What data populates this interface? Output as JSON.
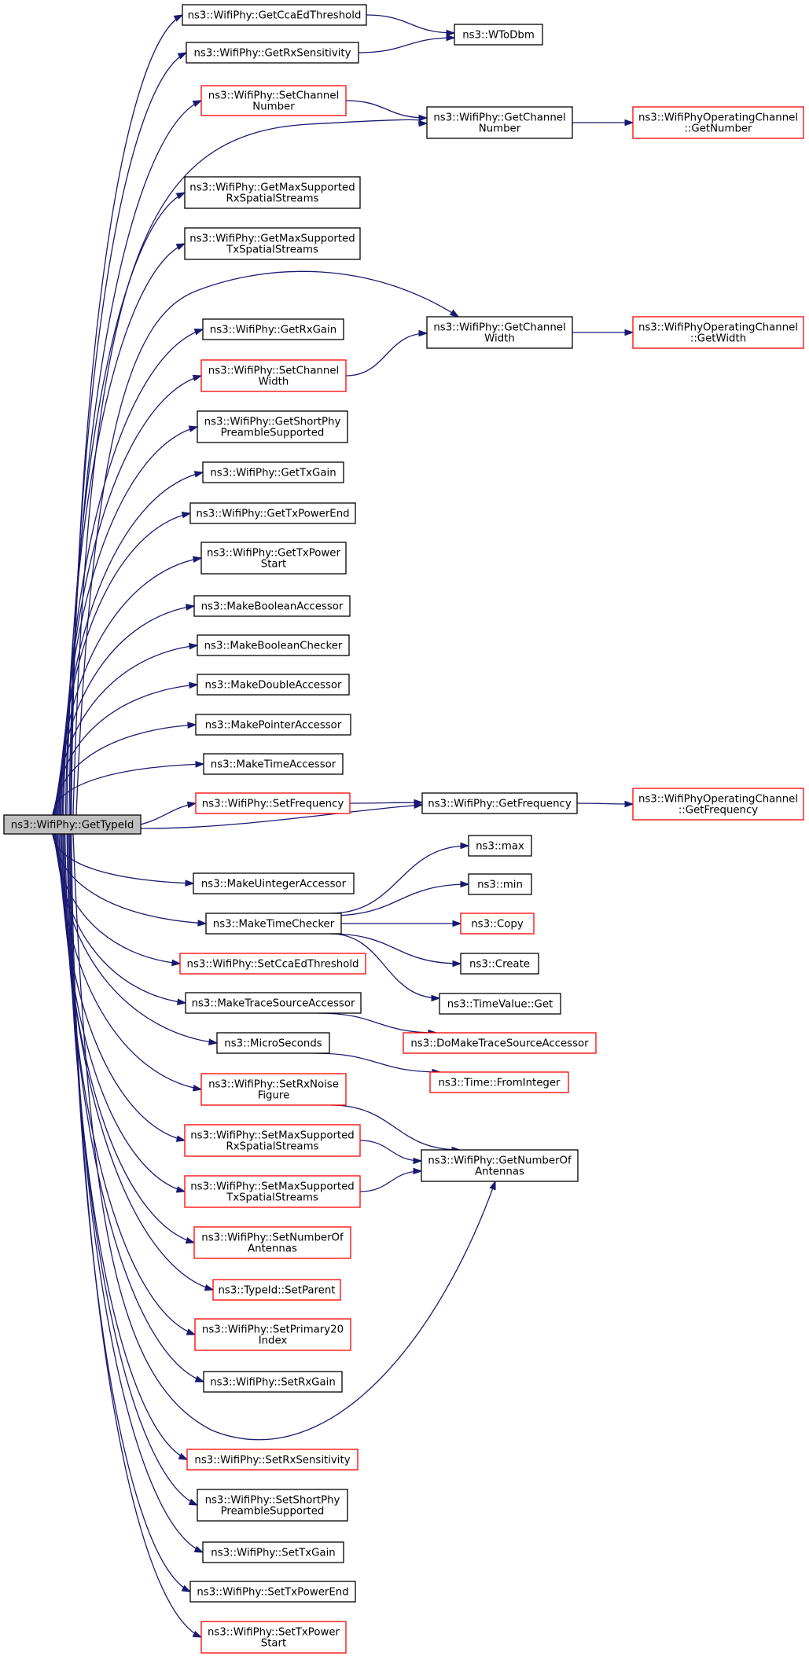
{
  "colors": {
    "edge": "#191970",
    "node_border": "#000000",
    "node_border_link": "#ff0000",
    "root_fill": "#bfbfbf"
  },
  "nodes": {
    "root": {
      "lines": [
        "ns3::WifiPhy::GetTypeId"
      ]
    },
    "getCcaEdThreshold": {
      "lines": [
        "ns3::WifiPhy::GetCcaEdThreshold"
      ]
    },
    "getRxSensitivity": {
      "lines": [
        "ns3::WifiPhy::GetRxSensitivity"
      ]
    },
    "wToDbm": {
      "lines": [
        "ns3::WToDbm"
      ]
    },
    "setChannelNumber": {
      "lines": [
        "ns3::WifiPhy::SetChannel",
        "Number"
      ]
    },
    "getChannelNumber": {
      "lines": [
        "ns3::WifiPhy::GetChannel",
        "Number"
      ]
    },
    "opChannelGetNumber": {
      "lines": [
        "ns3::WifiPhyOperatingChannel",
        "::GetNumber"
      ]
    },
    "getMaxRxStreams": {
      "lines": [
        "ns3::WifiPhy::GetMaxSupported",
        "RxSpatialStreams"
      ]
    },
    "getMaxTxStreams": {
      "lines": [
        "ns3::WifiPhy::GetMaxSupported",
        "TxSpatialStreams"
      ]
    },
    "getChannelWidth": {
      "lines": [
        "ns3::WifiPhy::GetChannel",
        "Width"
      ]
    },
    "opChannelGetWidth": {
      "lines": [
        "ns3::WifiPhyOperatingChannel",
        "::GetWidth"
      ]
    },
    "getRxGain": {
      "lines": [
        "ns3::WifiPhy::GetRxGain"
      ]
    },
    "setChannelWidth": {
      "lines": [
        "ns3::WifiPhy::SetChannel",
        "Width"
      ]
    },
    "getShortPreamble": {
      "lines": [
        "ns3::WifiPhy::GetShortPhy",
        "PreambleSupported"
      ]
    },
    "getTxGain": {
      "lines": [
        "ns3::WifiPhy::GetTxGain"
      ]
    },
    "getTxPowerEnd": {
      "lines": [
        "ns3::WifiPhy::GetTxPowerEnd"
      ]
    },
    "getTxPowerStart": {
      "lines": [
        "ns3::WifiPhy::GetTxPower",
        "Start"
      ]
    },
    "makeBooleanAccessor": {
      "lines": [
        "ns3::MakeBooleanAccessor"
      ]
    },
    "makeBooleanChecker": {
      "lines": [
        "ns3::MakeBooleanChecker"
      ]
    },
    "makeDoubleAccessor": {
      "lines": [
        "ns3::MakeDoubleAccessor"
      ]
    },
    "makePointerAccessor": {
      "lines": [
        "ns3::MakePointerAccessor"
      ]
    },
    "makeTimeAccessor": {
      "lines": [
        "ns3::MakeTimeAccessor"
      ]
    },
    "setFrequency": {
      "lines": [
        "ns3::WifiPhy::SetFrequency"
      ]
    },
    "getFrequency": {
      "lines": [
        "ns3::WifiPhy::GetFrequency"
      ]
    },
    "opChannelGetFrequency": {
      "lines": [
        "ns3::WifiPhyOperatingChannel",
        "::GetFrequency"
      ]
    },
    "max": {
      "lines": [
        "ns3::max"
      ]
    },
    "makeUintegerAccessor": {
      "lines": [
        "ns3::MakeUintegerAccessor"
      ]
    },
    "min": {
      "lines": [
        "ns3::min"
      ]
    },
    "makeTimeChecker": {
      "lines": [
        "ns3::MakeTimeChecker"
      ]
    },
    "copy": {
      "lines": [
        "ns3::Copy"
      ]
    },
    "setCcaEdThreshold": {
      "lines": [
        "ns3::WifiPhy::SetCcaEdThreshold"
      ]
    },
    "create": {
      "lines": [
        "ns3::Create"
      ]
    },
    "makeTraceSourceAccessor": {
      "lines": [
        "ns3::MakeTraceSourceAccessor"
      ]
    },
    "timeValueGet": {
      "lines": [
        "ns3::TimeValue::Get"
      ]
    },
    "microSeconds": {
      "lines": [
        "ns3::MicroSeconds"
      ]
    },
    "doMakeTraceSourceAccessor": {
      "lines": [
        "ns3::DoMakeTraceSourceAccessor"
      ]
    },
    "setRxNoiseFigure": {
      "lines": [
        "ns3::WifiPhy::SetRxNoise",
        "Figure"
      ]
    },
    "timeFromInteger": {
      "lines": [
        "ns3::Time::FromInteger"
      ]
    },
    "setMaxRxStreams": {
      "lines": [
        "ns3::WifiPhy::SetMaxSupported",
        "RxSpatialStreams"
      ]
    },
    "getNumberOfAntennas": {
      "lines": [
        "ns3::WifiPhy::GetNumberOf",
        "Antennas"
      ]
    },
    "setMaxTxStreams": {
      "lines": [
        "ns3::WifiPhy::SetMaxSupported",
        "TxSpatialStreams"
      ]
    },
    "setNumberOfAntennas": {
      "lines": [
        "ns3::WifiPhy::SetNumberOf",
        "Antennas"
      ]
    },
    "typeIdSetParent": {
      "lines": [
        "ns3::TypeId::SetParent"
      ]
    },
    "setPrimary20Index": {
      "lines": [
        "ns3::WifiPhy::SetPrimary20",
        "Index"
      ]
    },
    "setRxGain": {
      "lines": [
        "ns3::WifiPhy::SetRxGain"
      ]
    },
    "setRxSensitivity": {
      "lines": [
        "ns3::WifiPhy::SetRxSensitivity"
      ]
    },
    "setShortPreamble": {
      "lines": [
        "ns3::WifiPhy::SetShortPhy",
        "PreambleSupported"
      ]
    },
    "setTxGain": {
      "lines": [
        "ns3::WifiPhy::SetTxGain"
      ]
    },
    "setTxPowerEnd": {
      "lines": [
        "ns3::WifiPhy::SetTxPowerEnd"
      ]
    },
    "setTxPowerStart": {
      "lines": [
        "ns3::WifiPhy::SetTxPower",
        "Start"
      ]
    }
  }
}
